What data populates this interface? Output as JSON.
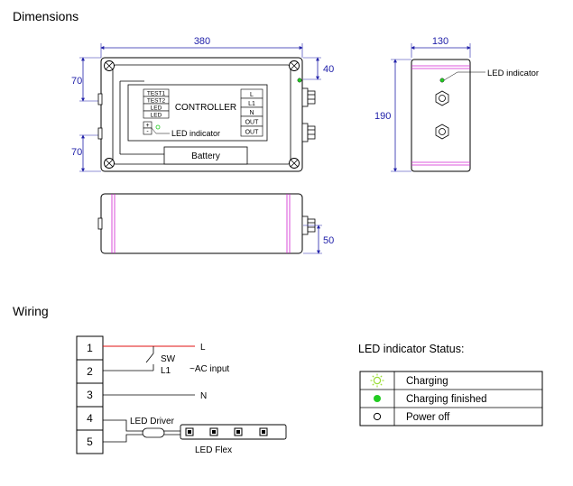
{
  "headings": {
    "dimensions": "Dimensions",
    "wiring": "Wiring"
  },
  "dims": {
    "width_top": "380",
    "left_top": "70",
    "left_bottom": "70",
    "right_top": "40",
    "side_width": "130",
    "side_height": "190",
    "front_right": "50"
  },
  "controller": {
    "title": "CONTROLLER",
    "left_labels": [
      "TEST1",
      "TEST2",
      "LED",
      "LED",
      "+",
      "-"
    ],
    "right_labels": [
      "L",
      "L1",
      "N",
      "OUT",
      "OUT"
    ],
    "led_indicator": "LED indicator",
    "battery": "Battery"
  },
  "side_view": {
    "led_indicator": "LED indicator"
  },
  "wiring": {
    "terminals": [
      "1",
      "2",
      "3",
      "4",
      "5"
    ],
    "L": "L",
    "SW": "SW",
    "L1": "L1",
    "ac_input": "~AC input",
    "N": "N",
    "led_driver": "LED Driver",
    "led_flex": "LED Flex"
  },
  "status_table": {
    "title": "LED indicator Status:",
    "rows": [
      {
        "icon": "sun-icon",
        "label": "Charging"
      },
      {
        "icon": "filled-circle-icon",
        "label": "Charging finished"
      },
      {
        "icon": "empty-circle-icon",
        "label": "Power off"
      }
    ]
  },
  "colors": {
    "dimension": "#2222aa",
    "magenta": "#d020d0",
    "red": "#e01010",
    "led_green": "#22cc22",
    "charging_green": "#99dd33"
  }
}
